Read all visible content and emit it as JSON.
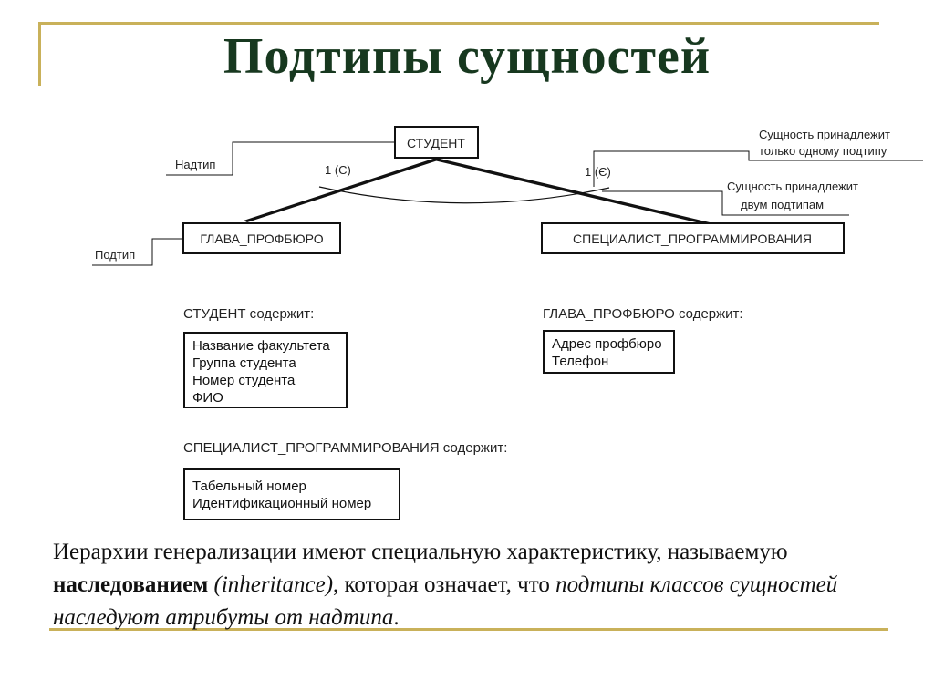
{
  "title": "Подтипы сущностей",
  "diagram": {
    "supertype_entity": "СТУДЕНТ",
    "subtype_left": "ГЛАВА_ПРОФБЮРО",
    "subtype_right": "СПЕЦИАЛИСТ_ПРОГРАММИРОВАНИЯ",
    "cardinality_left": "1 (Є)",
    "cardinality_right": "1 (Є)",
    "label_supertype": "Надтип",
    "label_subtype": "Подтип",
    "note_one_line1": "Сущность принадлежит",
    "note_one_line2": "только одному подтипу",
    "note_two_line1": "Сущность принадлежит",
    "note_two_line2": "двум подтипам"
  },
  "attributes": {
    "student": {
      "heading": "СТУДЕНТ содержит:",
      "items": [
        "Название факультета",
        "Группа студента",
        "Номер студента",
        "ФИО"
      ]
    },
    "head": {
      "heading": "ГЛАВА_ПРОФБЮРО содержит:",
      "items": [
        "Адрес профбюро",
        "Телефон"
      ]
    },
    "specialist": {
      "heading": "СПЕЦИАЛИСТ_ПРОГРАММИРОВАНИЯ содержит:",
      "items": [
        "Табельный номер",
        "Идентификационный номер"
      ]
    }
  },
  "paragraph": {
    "part1": "Иерархии генерализации имеют специальную характеристику, называемую ",
    "bold": "наследованием",
    "italic1": " (inheritance)",
    "part2": ", которая означает, что ",
    "italic2": "подтипы классов сущностей наследуют атрибуты от надтипа",
    "end": "."
  }
}
